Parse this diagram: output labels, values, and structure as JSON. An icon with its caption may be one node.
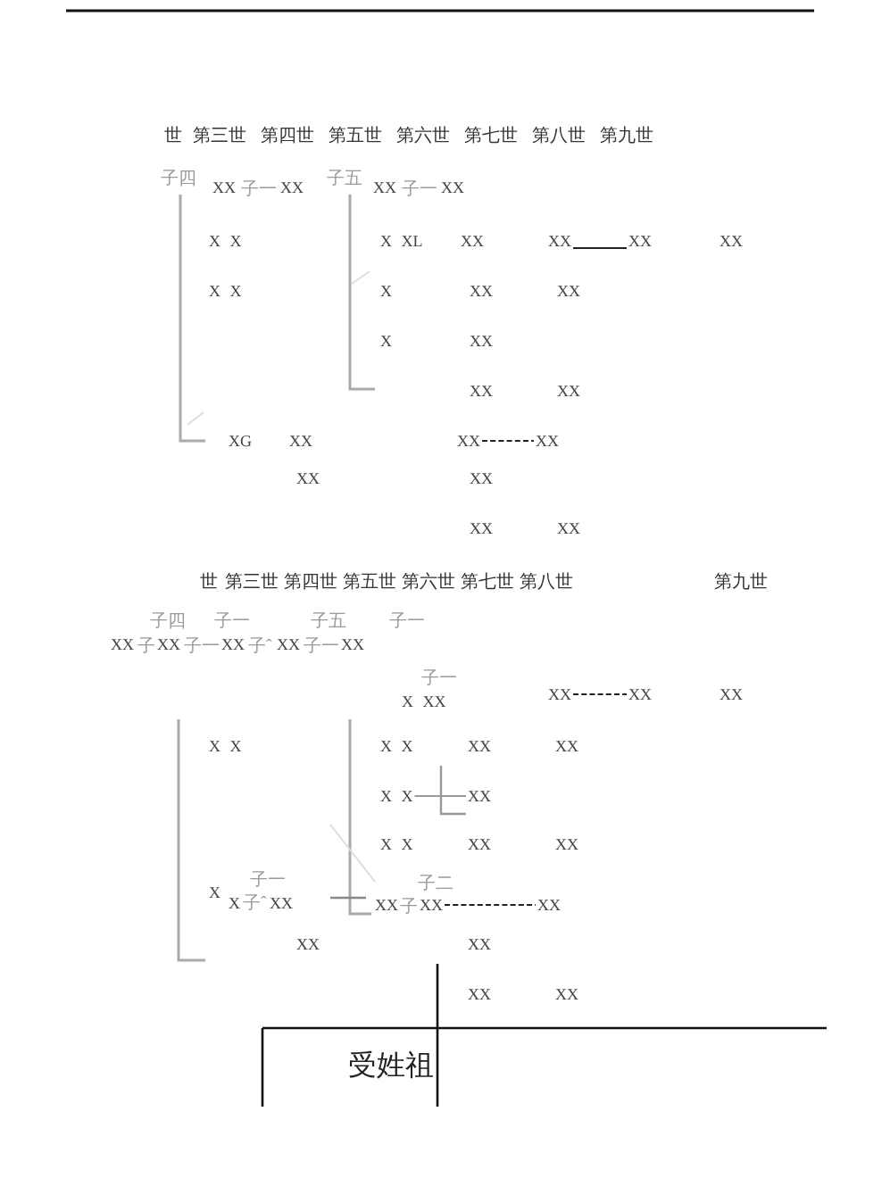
{
  "diagram": {
    "nodes": [
      {
        "text": [
          "XX"
        ]
      },
      {
        "text": [
          "XX"
        ]
      },
      {
        "text": [
          "XX"
        ]
      },
      {
        "text": [
          "XX"
        ]
      },
      {
        "text": [
          "XX"
        ]
      },
      {
        "text": [
          "XX"
        ]
      },
      {
        "text": [
          "X X"
        ]
      },
      {
        "text": [
          "XX"
        ]
      },
      {
        "text": [
          "XX"
        ]
      },
      {
        "text": [
          "XX"
        ]
      }
    ],
    "edges": [
      {
        "from": 0,
        "to": 1,
        "arrow": "none"
      },
      {
        "from": 2,
        "to": 3,
        "arrow": "none",
        "style": "dashed"
      },
      {
        "from": 4,
        "to": 5,
        "arrow": "none",
        "style": "dashed"
      },
      {
        "from": 6,
        "to": 7,
        "arrow": "none",
        "color": "#999999"
      },
      {
        "from": 8,
        "to": 9,
        "arrow": "none",
        "style": "dashed"
      }
    ],
    "labels": [
      "世",
      "第三世",
      "第四世",
      "第五世",
      "第六世",
      "第七世",
      "第八世",
      "第九世",
      "子四",
      "XX",
      "子一",
      "XX",
      "子五",
      "XX",
      "子一",
      "XX",
      "X X",
      "X XL",
      "XX",
      "XX",
      "X X",
      "X",
      "XX",
      "XX",
      "X",
      "XX",
      "XX",
      "XX",
      "XG",
      "XX",
      "XX",
      "XX",
      "XX",
      "XX",
      "世",
      "第三世",
      "第四世",
      "第五世",
      "第六世",
      "第七世",
      "第八世",
      "第九世",
      "子四",
      "子一",
      "子五",
      "子一",
      "XX",
      "子",
      "XX",
      "子一",
      "XX",
      "子ˆ",
      "XX",
      "子一",
      "XX",
      "子一",
      "X XX",
      "XX",
      "X X",
      "X X",
      "XX",
      "XX",
      "X X",
      "XX",
      "XX",
      "子一",
      "子二",
      "X",
      "X",
      "子ˆ",
      "XX",
      "XX",
      "子",
      "XX",
      "XX",
      "XX",
      "XX",
      "受姓祖"
    ]
  }
}
